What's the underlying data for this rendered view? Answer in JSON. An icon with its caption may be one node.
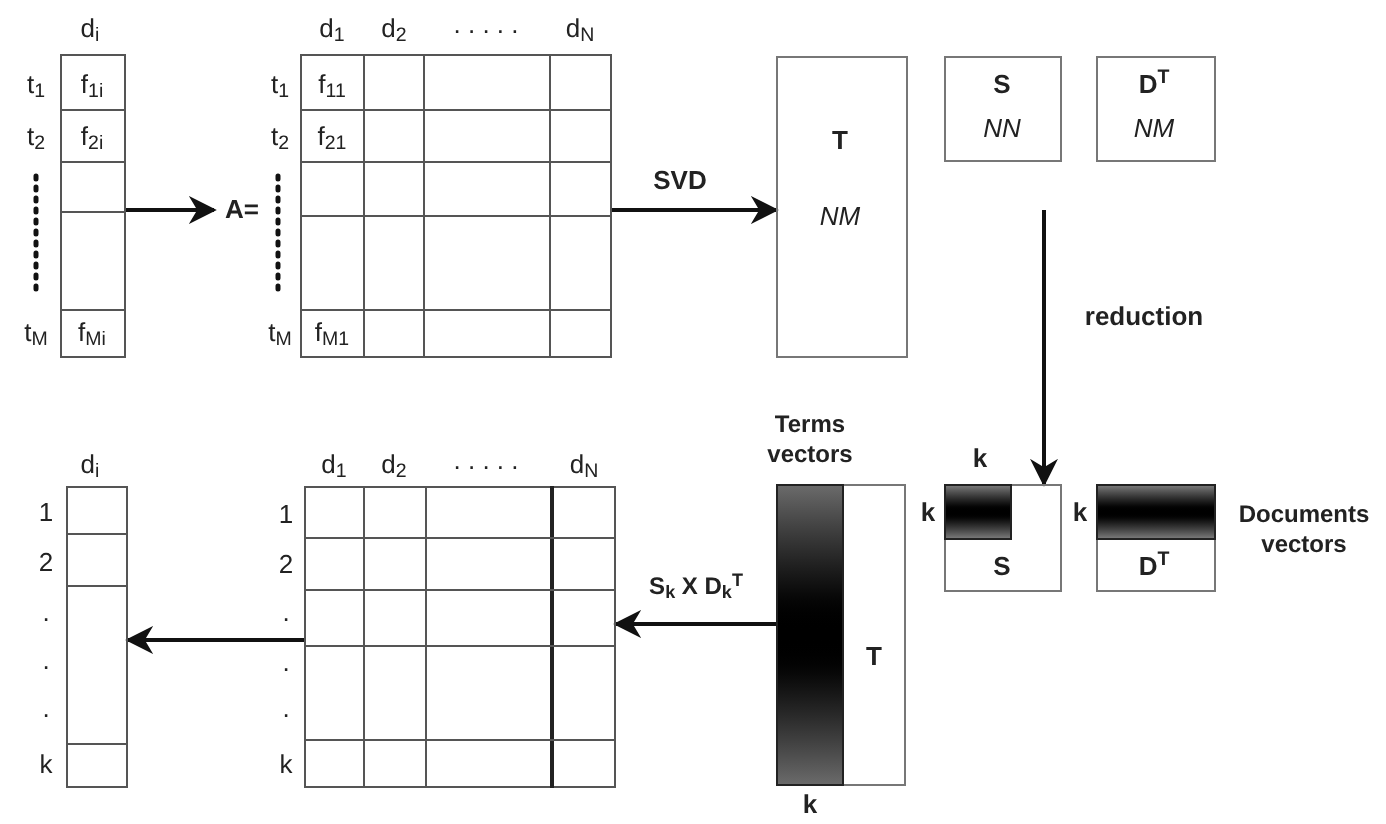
{
  "diagram": {
    "nodes": [
      {
        "text": [
          "d$_{i}$",
          "f$_{1i}$",
          "f$_{2i}$",
          "f$_{Mi}$"
        ],
        "beside": [
          "t$_{1}$",
          "t$_{2}$",
          "t$_{M}$"
        ]
      },
      {
        "text": [
          "A="
        ]
      },
      {
        "text": [
          "d$_{1}$",
          "d$_{2}$",
          ". . . . .",
          "d$_{N}$",
          "f$_{11}$",
          "f$_{21}$",
          "f$_{M1}$"
        ],
        "beside": [
          "t$_{1}$",
          "t$_{2}$",
          "t$_{M}$"
        ]
      },
      {
        "text": [
          "T",
          "NM"
        ]
      },
      {
        "text": [
          "S",
          "NN"
        ]
      },
      {
        "text": [
          "D$^{T}$",
          "NM"
        ]
      },
      {
        "text": [
          "Terms vectors",
          "T"
        ],
        "beside": [
          "k"
        ]
      },
      {
        "text": [
          "S"
        ],
        "beside": [
          "k",
          "k"
        ]
      },
      {
        "text": [
          "D$^{T}$"
        ],
        "beside": [
          "k",
          "Documents vectors"
        ]
      },
      {
        "text": [
          "d$_{1}$",
          "d$_{2}$",
          ". . . . .",
          "d$_{N}$"
        ],
        "beside": [
          "1",
          "2",
          ".",
          ".",
          ".",
          "k"
        ]
      },
      {
        "text": [
          "d$_{i}$"
        ],
        "beside": [
          "1",
          "2",
          ".",
          ".",
          ".",
          "k"
        ]
      }
    ],
    "edges": [
      {
        "from": 0,
        "to": 1,
        "arrow": "to"
      },
      {
        "from": 2,
        "to": 3,
        "arrow": "to",
        "label": "SVD"
      },
      {
        "from": null,
        "to": 7,
        "arrow": "to",
        "label": "reduction"
      },
      {
        "from": 6,
        "to": 9,
        "arrow": "to",
        "label": "S$_{k}$ X D$_{k}$$^{T}$"
      },
      {
        "from": 9,
        "to": 10,
        "arrow": "to"
      }
    ]
  }
}
